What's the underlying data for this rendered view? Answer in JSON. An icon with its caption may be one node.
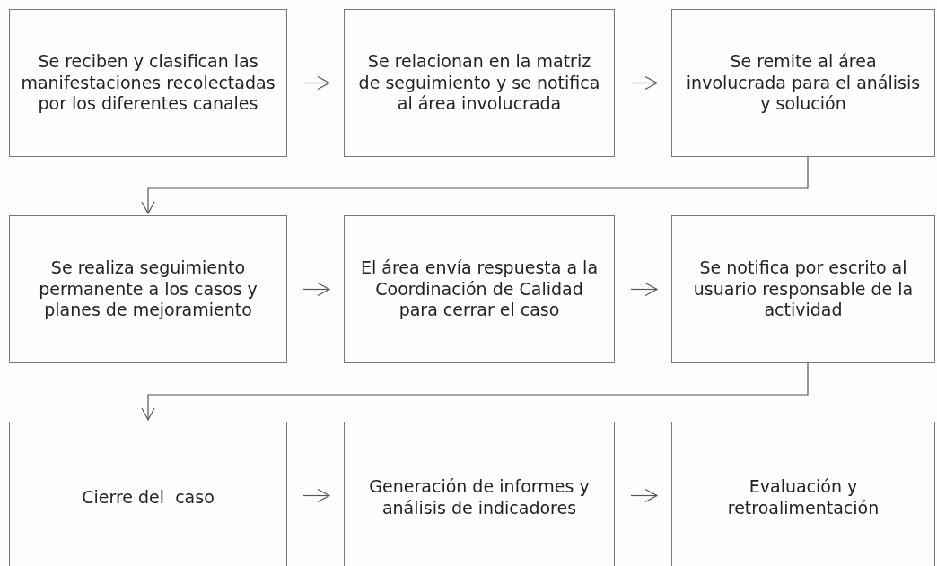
{
  "diagram": {
    "nodes": [
      {
        "text": [
          "Se reciben y clasifican las manifestaciones recolectadas por los diferentes canales"
        ]
      },
      {
        "text": [
          "Se relacionan en la matriz de seguimiento y se notifica al área involucrada"
        ]
      },
      {
        "text": [
          "Se remite al área involucrada para el análisis y solución"
        ]
      },
      {
        "text": [
          "Se realiza seguimiento permanente a los casos y planes de mejoramiento"
        ]
      },
      {
        "text": [
          "El área envía respuesta a la Coordinación de Calidad para cerrar el caso"
        ]
      },
      {
        "text": [
          "Se notifica por escrito al usuario responsable de la actividad"
        ]
      },
      {
        "text": [
          "Cierre del  caso"
        ]
      },
      {
        "text": [
          "Generación de informes y análisis de indicadores"
        ]
      },
      {
        "text": [
          "Evaluación y retroalimentación"
        ]
      }
    ],
    "edges": [
      {
        "from": 0,
        "to": 1,
        "arrow": "to"
      },
      {
        "from": 1,
        "to": 2,
        "arrow": "to"
      },
      {
        "from": 2,
        "to": 3,
        "arrow": "to"
      },
      {
        "from": 3,
        "to": 4,
        "arrow": "to"
      },
      {
        "from": 4,
        "to": 5,
        "arrow": "to"
      },
      {
        "from": 5,
        "to": 6,
        "arrow": "to"
      },
      {
        "from": 6,
        "to": 7,
        "arrow": "to"
      },
      {
        "from": 7,
        "to": 8,
        "arrow": "to"
      }
    ]
  }
}
